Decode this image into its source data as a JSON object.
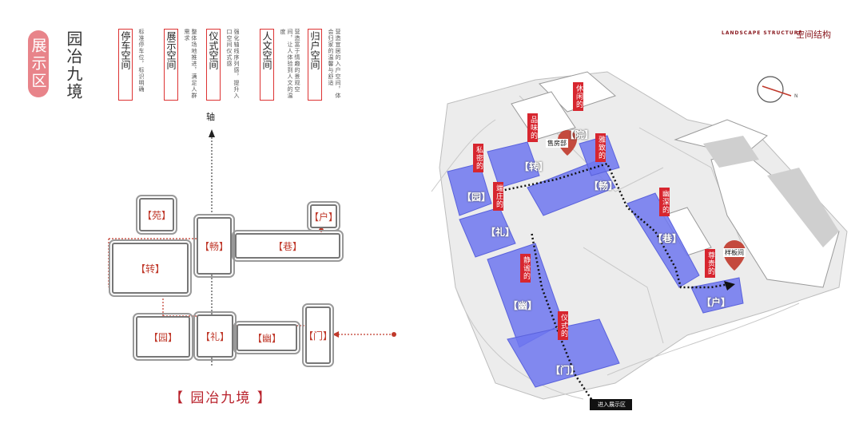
{
  "header": {
    "zone_label": "展示区",
    "zone_title": "园冶九境",
    "columns": [
      {
        "head": "停车空间",
        "desc": "标准停车位，标识明确"
      },
      {
        "head": "展示空间",
        "desc": "整体场地推进，满足人群需求"
      },
      {
        "head": "仪式空间",
        "desc": "强化轴线序列感，提升入口空间仪式感"
      },
      {
        "head": "人文空间",
        "desc": "营造富于情趣的景观空间，让人体验到人文的温度"
      },
      {
        "head": "归户空间",
        "desc": "营造宜居的入户空间，体会归家的温馨与舒适"
      }
    ]
  },
  "diagram": {
    "axis_label": "轴",
    "nodes": {
      "yuan_top": "【苑】",
      "hu": "【户】",
      "xiang": "【巷】",
      "chang": "【畅】",
      "zhuan": "【转】",
      "yuan": "【园】",
      "li": "【礼】",
      "you": "【幽】",
      "men": "【门】"
    },
    "title": "【 园冶九境 】"
  },
  "site": {
    "legend_en": "LANDSCAPE STRUCTURE",
    "legend_cn": "空间结构",
    "sales_office": "售房部",
    "model_room": "样板间",
    "entry": "进入展示区",
    "tags": {
      "simi": "私密的",
      "duanzhuang": "端庄的",
      "pinwei": "品味的",
      "xiuxian": "休闲的",
      "yazhi": "雅致的",
      "youshen": "幽深的",
      "jingmi": "静谧的",
      "yishi": "仪式的",
      "zungui": "尊贵的"
    },
    "names": {
      "yuan": "【园】",
      "li": "【礼】",
      "zhuan": "【转】",
      "yuan2": "【院】",
      "chang": "【畅】",
      "xiang": "【巷】",
      "you": "【幽】",
      "men": "【门】",
      "hu": "【户】"
    },
    "colors": {
      "zone_fill": "#6f77f0",
      "accent_red": "#d7262f",
      "path": "#111111"
    }
  }
}
